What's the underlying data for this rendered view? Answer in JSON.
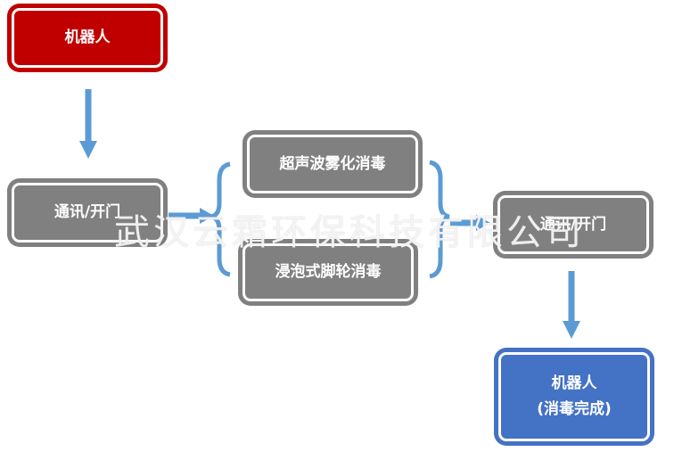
{
  "nodes": {
    "robot_start": "机器人",
    "comm_1": "通讯/开门",
    "ultrasonic": "超声波雾化消毒",
    "foot_soak": "浸泡式脚轮消毒",
    "comm_2": "通讯/开门",
    "robot_end_line1": "机器人",
    "robot_end_line2": "(消毒完成)"
  },
  "watermark": "武汉云霜环保科技有限公司",
  "colors": {
    "start": "#c00000",
    "process": "#808080",
    "end": "#4472c4",
    "connector": "#5b9bd5"
  }
}
